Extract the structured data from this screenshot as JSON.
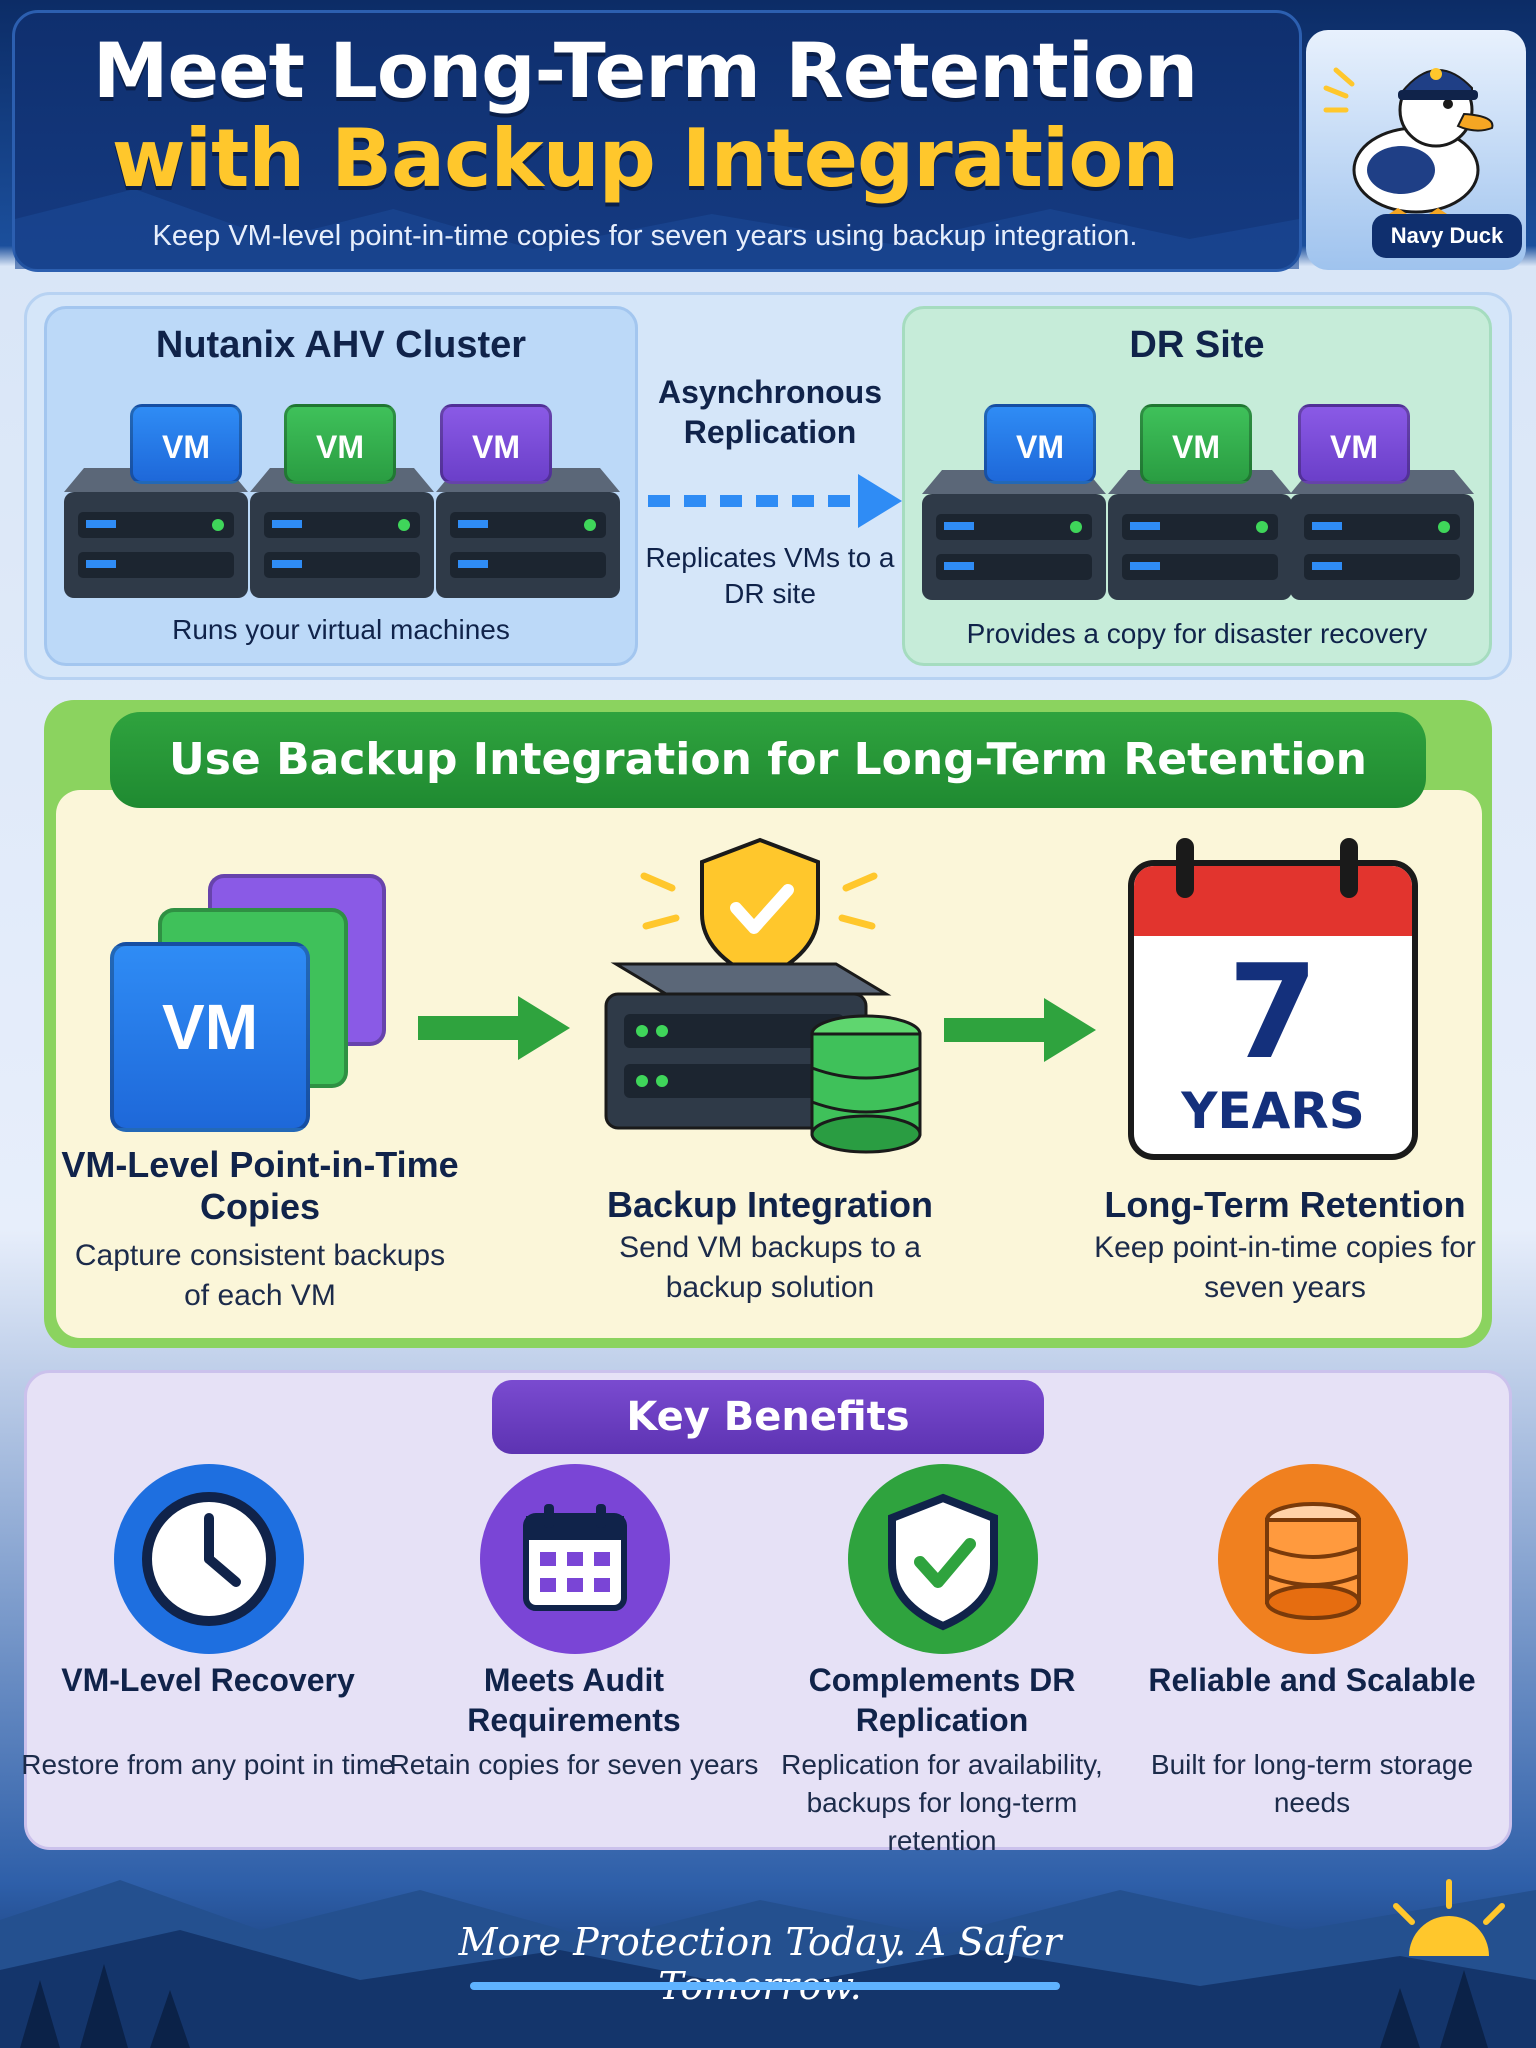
{
  "header": {
    "title_line1": "Meet Long-Term Retention",
    "title_line2": "with Backup Integration",
    "subtitle": "Keep VM-level point-in-time copies for seven years using backup integration.",
    "mascot_label": "Navy Duck"
  },
  "cluster": {
    "title": "Nutanix AHV Cluster",
    "caption": "Runs your virtual machines",
    "vm_labels": [
      "VM",
      "VM",
      "VM"
    ]
  },
  "replication": {
    "title": "Asynchronous Replication",
    "caption": "Replicates VMs to a DR site"
  },
  "dr_site": {
    "title": "DR Site",
    "caption": "Provides a copy for disaster recovery",
    "vm_labels": [
      "VM",
      "VM",
      "VM"
    ]
  },
  "backup_section": {
    "banner": "Use Backup Integration for Long-Term Retention",
    "steps": [
      {
        "vm_label": "VM",
        "title": "VM-Level Point-in-Time Copies",
        "desc": "Capture consistent backups of each VM"
      },
      {
        "title": "Backup Integration",
        "desc": "Send VM backups to a backup solution"
      },
      {
        "cal_number": "7",
        "cal_unit": "YEARS",
        "title": "Long-Term Retention",
        "desc": "Keep point-in-time copies for seven years"
      }
    ]
  },
  "benefits": {
    "banner": "Key Benefits",
    "items": [
      {
        "icon": "clock-icon",
        "title": "VM-Level Recovery",
        "desc": "Restore from any point in time",
        "color": "#1e6fe0"
      },
      {
        "icon": "calendar-icon",
        "title": "Meets Audit Requirements",
        "desc": "Retain copies for seven years",
        "color": "#7a45d6"
      },
      {
        "icon": "shield-check-icon",
        "title": "Complements DR Replication",
        "desc": "Replication for availability, backups for long-term retention",
        "color": "#2fa33e"
      },
      {
        "icon": "database-icon",
        "title": "Reliable and Scalable",
        "desc": "Built for long-term storage needs",
        "color": "#f0801f"
      }
    ]
  },
  "footer": {
    "tagline": "More Protection Today. A Safer Tomorrow."
  }
}
